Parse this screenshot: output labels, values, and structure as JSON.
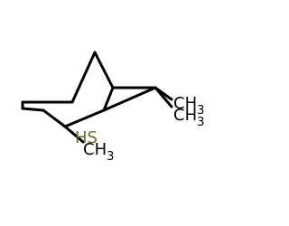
{
  "molecule": {
    "label_color": "#000000",
    "sulfur_color": "#6b6b2e",
    "labels": {
      "thiol": {
        "main": "HS"
      },
      "methyl_right_top": {
        "main": "CH",
        "sub": "3"
      },
      "methyl_right_bottom": {
        "main": "CH",
        "sub": "3"
      },
      "methyl_bottom": {
        "main": "CH",
        "sub": "3"
      }
    }
  }
}
